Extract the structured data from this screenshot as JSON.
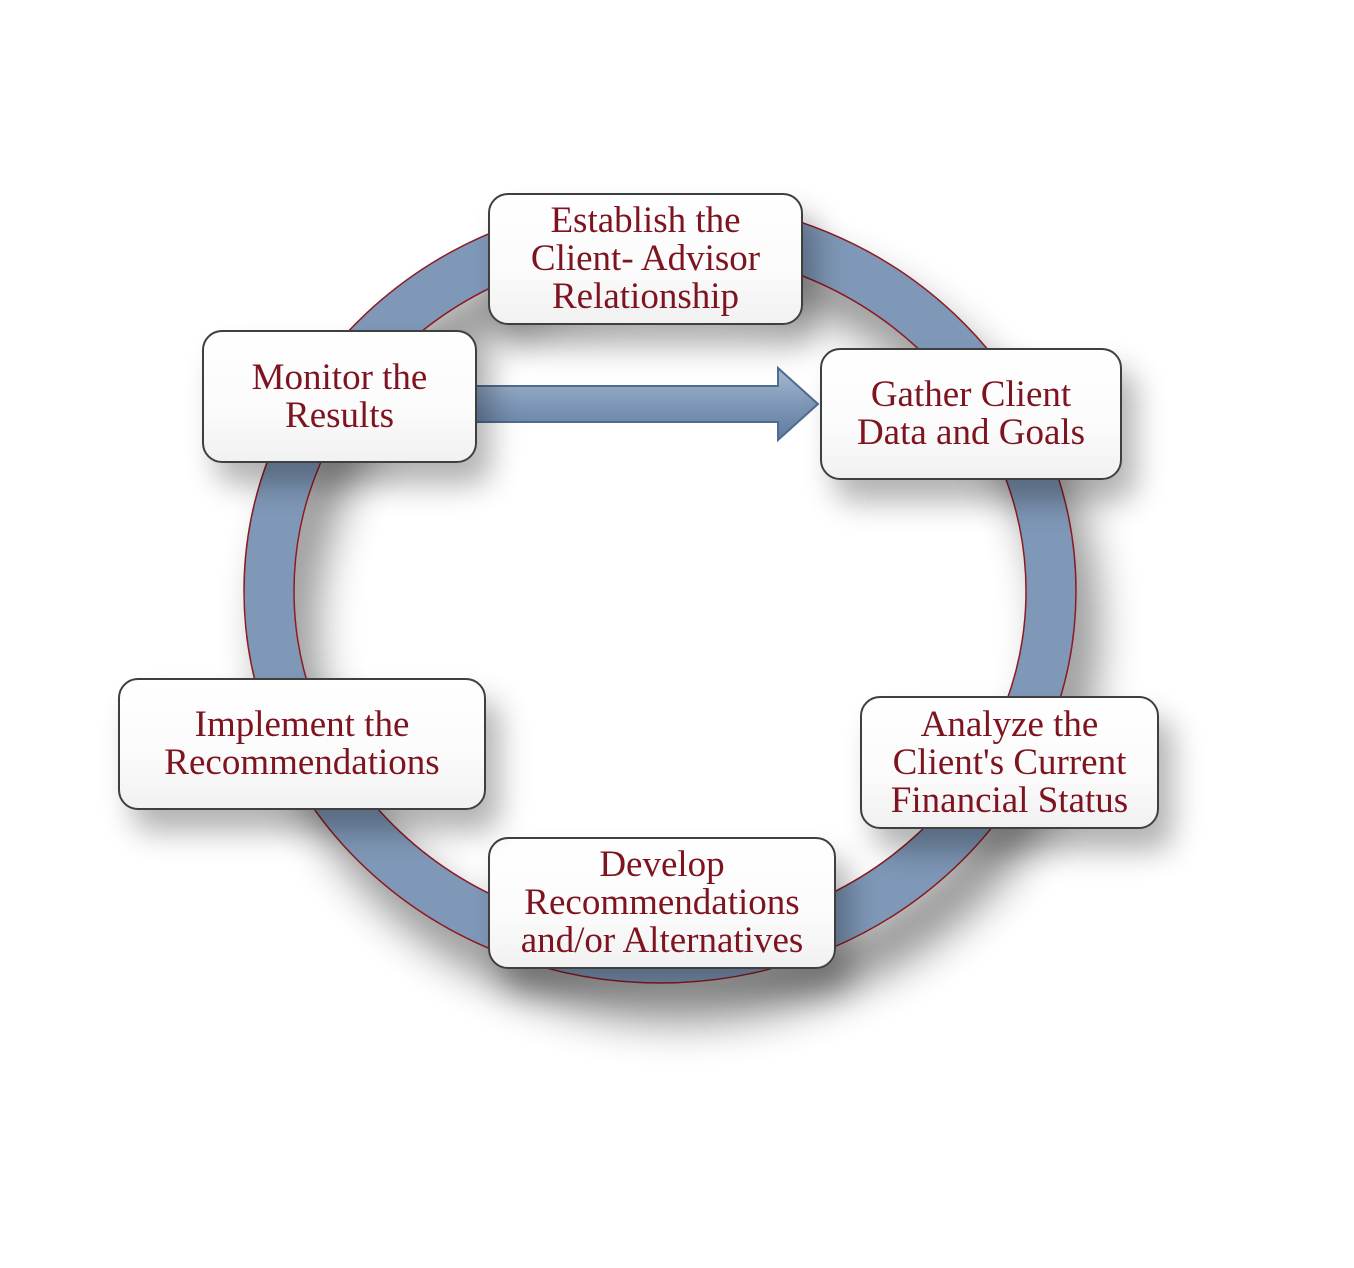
{
  "diagram": {
    "steps": [
      {
        "id": "establish",
        "lines": [
          "Establish the",
          "Client- Advisor",
          "Relationship"
        ]
      },
      {
        "id": "gather",
        "lines": [
          "Gather Client",
          "Data and Goals"
        ]
      },
      {
        "id": "analyze",
        "lines": [
          "Analyze the",
          "Client's Current",
          "Financial Status"
        ]
      },
      {
        "id": "develop",
        "lines": [
          "Develop",
          "Recommendations",
          "and/or Alternatives"
        ]
      },
      {
        "id": "implement",
        "lines": [
          "Implement the",
          "Recommendations"
        ]
      },
      {
        "id": "monitor",
        "lines": [
          "Monitor the",
          "Results"
        ]
      }
    ],
    "colors": {
      "ring_fill": "#7f98b8",
      "ring_outline": "#8b1a22",
      "text": "#7d1420",
      "box_border": "#3f3f3f"
    }
  }
}
